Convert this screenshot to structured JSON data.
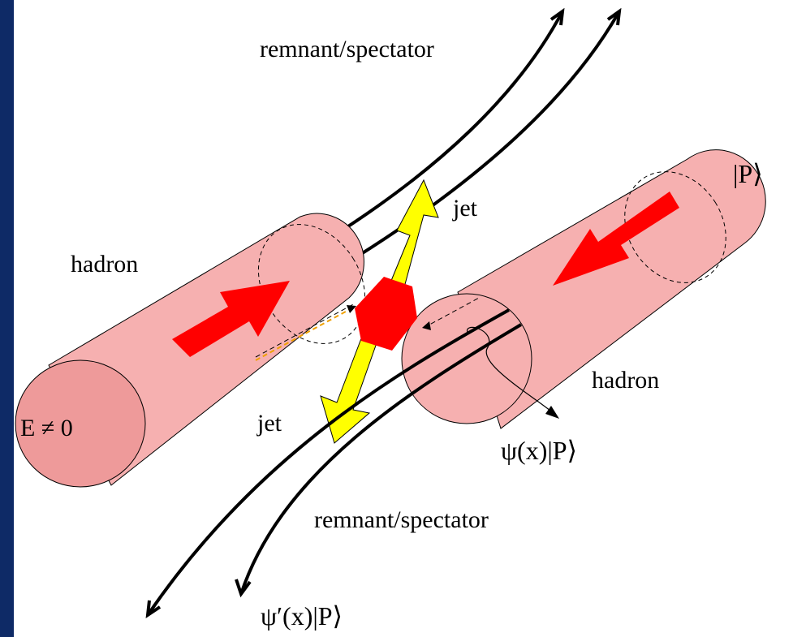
{
  "colors": {
    "background": "#0e2a66",
    "canvas": "#ffffff",
    "hadron_fill": "#f6b0b0",
    "hadron_end": "#ee9a9a",
    "momentum_arrow": "#ff0000",
    "jet_arrow": "#ffff00",
    "vertex": "#ff0000",
    "parton_line": "#f0a000"
  },
  "labels": {
    "remnant_top": "remnant/spectator",
    "remnant_bottom": "remnant/spectator",
    "jet_upper": "jet",
    "jet_lower": "jet",
    "hadron_left": "hadron",
    "hadron_right": "hadron",
    "state_p": "|P⟩",
    "energy": "E ≠ 0",
    "wavefunction": "ψ(x)|P⟩",
    "wavefunction_prime": "ψ′(x)|P⟩"
  },
  "icons": {
    "hadron_left": "cylinder",
    "hadron_right": "cylinder",
    "momentum_left": "red-arrow-right-up",
    "momentum_right": "red-arrow-left-down",
    "jet_upper": "yellow-arrow-up",
    "jet_lower": "yellow-arrow-down",
    "vertex": "red-hexagon"
  }
}
